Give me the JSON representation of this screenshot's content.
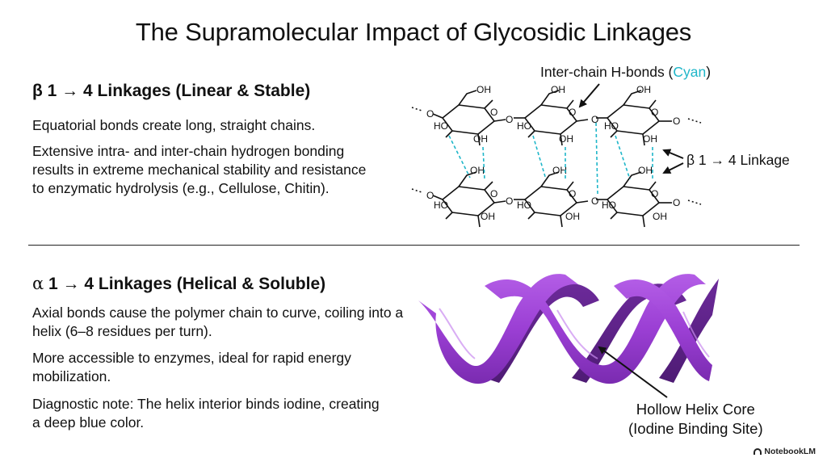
{
  "title": "The Supramolecular Impact of Glycosidic Linkages",
  "beta": {
    "heading_symbol": "β",
    "heading_rest": "1 → 4 Linkages (Linear & Stable)",
    "para1": "Equatorial bonds create long, straight chains.",
    "para2": "Extensive intra- and inter-chain hydrogen bonding results in extreme mechanical stability and resistance to enzymatic hydrolysis (e.g., Cellulose, Chitin).",
    "label_hbonds_pre": "Inter-chain H-bonds (",
    "label_hbonds_color": "Cyan",
    "label_hbonds_post": ")",
    "label_linkage": "β 1 → 4 Linkage",
    "atom_oh": "OH",
    "atom_ho": "HO",
    "atom_o": "O"
  },
  "alpha": {
    "heading_symbol": "α",
    "heading_rest": "1 → 4 Linkages (Helical & Soluble)",
    "para1": "Axial bonds cause the polymer chain to curve, coiling into a helix (6–8 residues per turn).",
    "para2": "More accessible to enzymes, ideal for rapid energy mobilization.",
    "para3": "Diagnostic note: The helix interior binds iodine, creating a deep blue color.",
    "label_core_line1": "Hollow Helix Core",
    "label_core_line2": "(Iodine Binding Site)"
  },
  "colors": {
    "hbond": "#1fb6c9",
    "helix_front": "#9b3fd4",
    "helix_back": "#5e2286",
    "text": "#111111"
  },
  "brand": {
    "name": "NotebookLM",
    "icon": "notebooklm-logo-icon"
  }
}
